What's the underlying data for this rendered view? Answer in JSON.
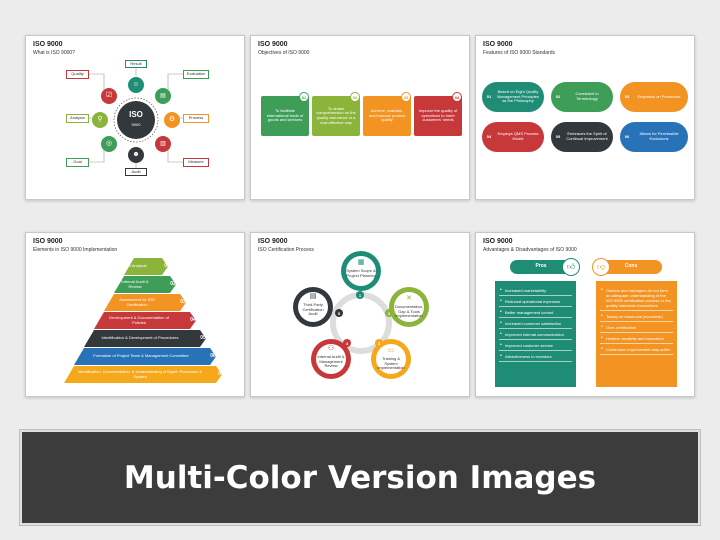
{
  "slides": [
    {
      "title": "ISO 9000",
      "subtitle": "What is ISO 9000?",
      "center_label": "ISO",
      "center_sub": "9000",
      "labels": [
        "Result",
        "Quality",
        "Evaluation",
        "Analysis",
        "Process",
        "Goal",
        "Measure",
        "Audit"
      ]
    },
    {
      "title": "ISO 9000",
      "subtitle": "Objectives of ISO 9000",
      "items": [
        {
          "num": "01",
          "text": "To facilitate international trade of goods and services"
        },
        {
          "num": "02",
          "text": "To obtain comprehension on the quality assurance in a cost-effective way"
        },
        {
          "num": "03",
          "text": "Achieve, maintain, and improve product quality"
        },
        {
          "num": "04",
          "text": "Improve the quality of operations to meet customers' needs"
        }
      ]
    },
    {
      "title": "ISO 9000",
      "subtitle": "Features of ISO 9000 Standards",
      "items": [
        {
          "num": "01",
          "text": "Based on Eight Quality Management Principles as the Philosophy"
        },
        {
          "num": "02",
          "text": "Consistent in Terminology"
        },
        {
          "num": "03",
          "text": "Emphasis on Processes"
        },
        {
          "num": "04",
          "text": "Employs QMS Process Model"
        },
        {
          "num": "05",
          "text": "Embraces the Spirit of Continual Improvement"
        },
        {
          "num": "06",
          "text": "Allows for Permissible Exclusions"
        }
      ]
    },
    {
      "title": "ISO 9000",
      "subtitle": "Elements in ISO 9000 Implementation",
      "items": [
        {
          "num": "01",
          "text": "Visit Analysis"
        },
        {
          "num": "02",
          "text": "Internal Audit & Review"
        },
        {
          "num": "03",
          "text": "Assessment for ISO Certification"
        },
        {
          "num": "04",
          "text": "Development & Documentation of Policies"
        },
        {
          "num": "05",
          "text": "Identification & Development of Procedures"
        },
        {
          "num": "06",
          "text": "Formation of Project Team & Management Committee"
        },
        {
          "num": "07",
          "text": "Identification, Documentation, & Understanding of Mgmt. Processes & System"
        }
      ]
    },
    {
      "title": "ISO 9000",
      "subtitle": "ISO Certification Process",
      "items": [
        {
          "num": "1",
          "text": "System Scope & Project Planning"
        },
        {
          "num": "2",
          "text": "Documentation, Gap & Tools Implementation"
        },
        {
          "num": "3",
          "text": "Training & System Implementation"
        },
        {
          "num": "4",
          "text": "Internal Audit & Management Review"
        },
        {
          "num": "5",
          "text": "Third-Party Certification Audit"
        }
      ]
    },
    {
      "title": "ISO 9000",
      "subtitle": "Advantages & Disadvantages of ISO 9000",
      "pros_label": "Pros",
      "cons_label": "Cons",
      "pros": [
        "Increased marketability",
        "Reduced operational expenses",
        "Better management control",
        "Increased customer satisfaction",
        "Improved internal communication",
        "Improved customer service",
        "Attractiveness to investors"
      ],
      "cons": [
        "Owners and managers do not form an adequate understanding of the ISO 9000 certification process or the quality standards themselves",
        "Taxing on resources (economic)",
        "Over-certification",
        "Hinders creativity and innovation",
        "Continuous improvement may suffer"
      ]
    }
  ],
  "banner": {
    "text": "Multi-Color Version Images"
  },
  "colors": {
    "green": "#3e9e58",
    "lime": "#8bb43b",
    "orange": "#f29322",
    "red": "#c7383b",
    "teal": "#1f8d76",
    "dark": "#33383d",
    "blue": "#2872b8",
    "purple": "#5e3b8e",
    "yellow": "#f6a81b"
  }
}
